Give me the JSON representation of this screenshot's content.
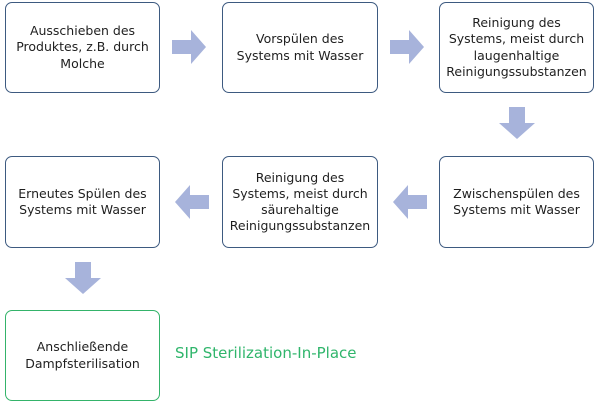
{
  "flow": {
    "step1": "Ausschieben des\nProduktes, z.B. durch\nMolche",
    "step2": "Vorspülen des\nSystems mit Wasser",
    "step3": "Reinigung des\nSystems, meist durch\nlaugenhaltige\nReinigungssubstanzen",
    "step4": "Zwischenspülen des\nSystems mit Wasser",
    "step5": "Reinigung des\nSystems, meist durch\nsäurehaltige\nReinigungssubstanzen",
    "step6": "Erneutes Spülen des\nSystems mit Wasser",
    "step7": "Anschließende\nDampfsterilisation"
  },
  "sip_label": "SIP Sterilization-In-Place",
  "colors": {
    "box_border": "#3d5a80",
    "final_box_border": "#34b36a",
    "arrow": "#a7b3db",
    "sip_text": "#2fb56b"
  }
}
